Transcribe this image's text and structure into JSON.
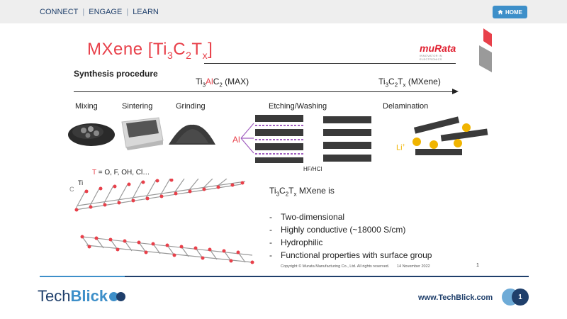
{
  "topnav": {
    "connect": "CONNECT",
    "engage": "ENGAGE",
    "learn": "LEARN",
    "sep": "|"
  },
  "home": {
    "label": "HOME"
  },
  "slide": {
    "title_main": "MXene [Ti",
    "title_s1": "3",
    "title_c": "C",
    "title_s2": "2",
    "title_t": "T",
    "title_s3": "x",
    "title_end": "]",
    "murata_logo": "muRata",
    "murata_tag": "INNOVATOR IN ELECTRONICS",
    "synthesis": "Synthesis procedure",
    "max_label": {
      "ti": "Ti",
      "s3": "3",
      "al": "Al",
      "c": "C",
      "s2": "2",
      "rest": " (MAX)"
    },
    "mxene_label": {
      "ti": "Ti",
      "s3": "3",
      "c": "C",
      "s2": "2",
      "t": "T",
      "sx": "x",
      "rest": " (MXene)"
    },
    "steps": {
      "mixing": "Mixing",
      "sintering": "Sintering",
      "grinding": "Grinding",
      "etching": "Etching/Washing",
      "delamination": "Delamination"
    },
    "al": "Al",
    "li": "Li",
    "li_sup": "+",
    "hf": "HF/HCl",
    "t_label": "T",
    "t_rest": " = O, F, OH, Cl…",
    "ti": "Ti",
    "c": "C",
    "prop_title": {
      "ti": "Ti",
      "s3": "3",
      "c": "C",
      "s2": "2",
      "t": "T",
      "sx": "x",
      "rest": " MXene is"
    },
    "props": [
      "Two-dimensional",
      "Highly conductive (~18000 S/cm)",
      "Hydrophilic",
      "Functional properties with surface group"
    ],
    "dash": "-",
    "copyright": "Copyright © Murata Manufacturing Co., Ltd. All rights reserved.",
    "date": "14 November 2022",
    "page": "1"
  },
  "footer": {
    "tech": "Tech",
    "blick": "Blick",
    "site": "www.TechBlick.com",
    "page": "1"
  },
  "colors": {
    "navy": "#1f3f6b",
    "blue": "#3d8fc9",
    "red": "#e8404a",
    "gold": "#f0b400"
  }
}
